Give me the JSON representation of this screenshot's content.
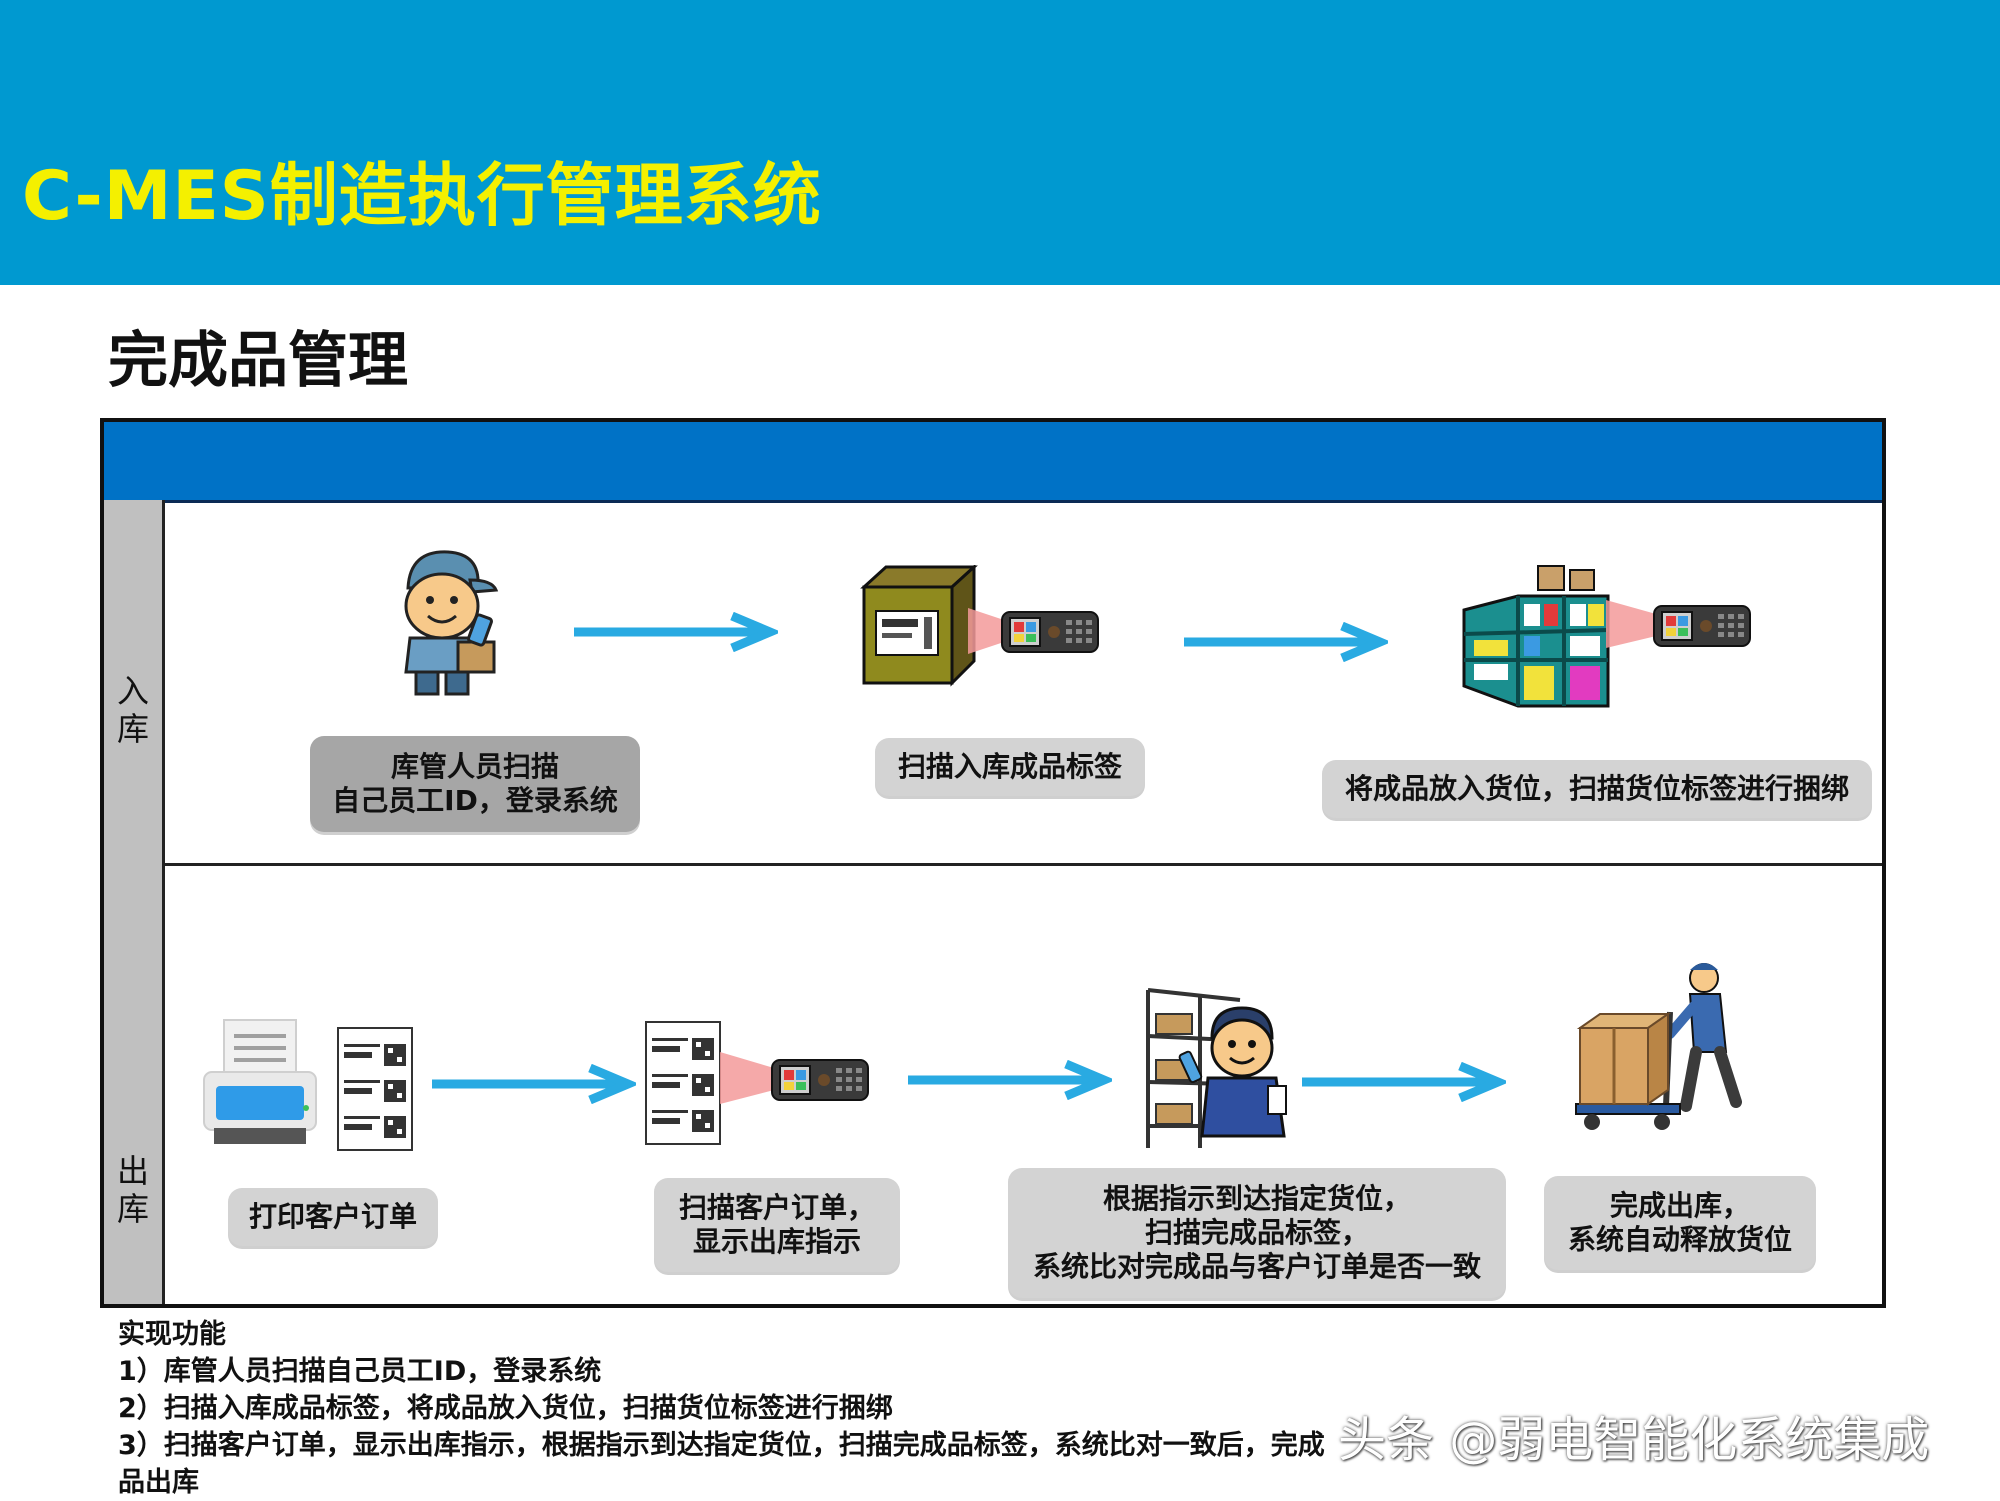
{
  "banner": {
    "title": "C-MES制造执行管理系统"
  },
  "page": {
    "subtitle": "完成品管理"
  },
  "rows": {
    "inbound": {
      "label": "入\n库",
      "steps": [
        "库管人员扫描\n自己员工ID，登录系统",
        "扫描入库成品标签",
        "将成品放入货位，扫描货位标签进行捆绑"
      ]
    },
    "outbound": {
      "label": "出\n库",
      "steps": [
        "打印客户订单",
        "扫描客户订单，\n显示出库指示",
        "根据指示到达指定货位，\n扫描完成品标签，\n系统比对完成品与客户订单是否一致",
        "完成出库，\n系统自动释放货位"
      ]
    }
  },
  "notes": {
    "heading": "实现功能",
    "lines": [
      "1）库管人员扫描自己员工ID，登录系统",
      "2）扫描入库成品标签，将成品放入货位，扫描货位标签进行捆绑",
      "3）扫描客户订单，显示出库指示，根据指示到达指定货位，扫描完成品标签，系统比对一致后，完成",
      "品出库"
    ]
  },
  "watermark": "头条 @弱电智能化系统集成",
  "colors": {
    "banner": "#0099d0",
    "title": "#f4f000",
    "header_bar": "#0072c6",
    "arrow": "#29aae2",
    "step_box": "#a6a6a6"
  },
  "icons": [
    "worker-with-scanner-icon",
    "box-with-label-icon",
    "handheld-scanner-icon",
    "warehouse-shelf-icon",
    "printer-icon",
    "order-sheet-icon",
    "worker-at-shelf-icon",
    "cart-worker-icon"
  ]
}
